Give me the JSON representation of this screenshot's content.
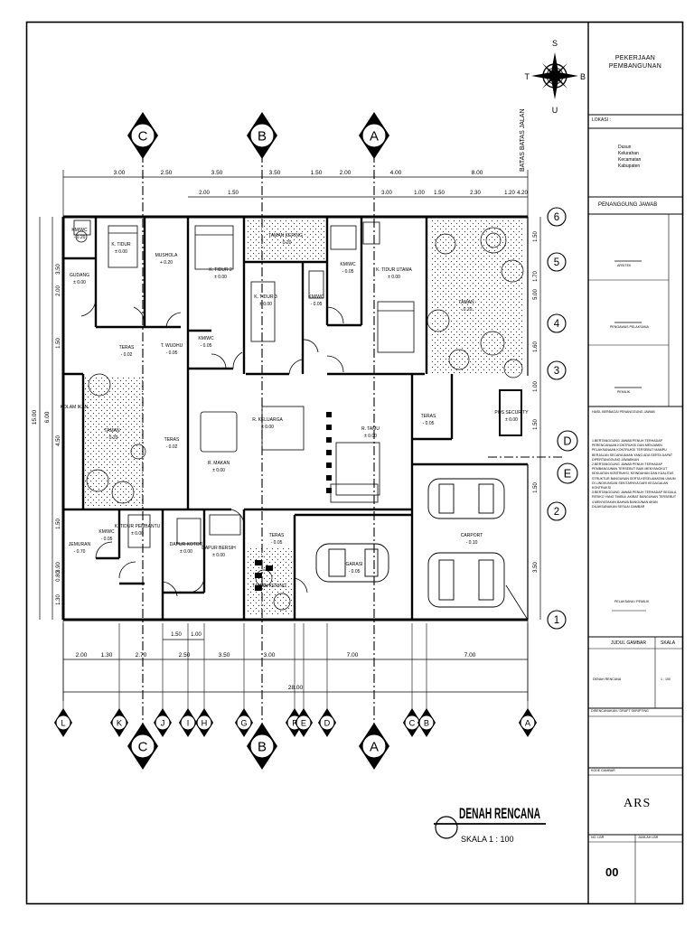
{
  "title_block": {
    "project_line1": "PEKERJAAN",
    "project_line2": "PEMBANGUNAN",
    "location_label": "LOKASI :",
    "location_lines": [
      "Dusun",
      "Kelurahan",
      "Kecamatan",
      "Kabupaten"
    ],
    "responsible_label": "PENANGGUNG JAWAB",
    "roles": [
      "ARSITEK",
      "PENGAWAS PELAKSANA",
      "PEMILIK"
    ],
    "notes_label": "HASIL BERBAGAI PENANGGUNG JAWAB",
    "notes": [
      "1.BERTANGGUNG JAWAB PENUH TERHADAP PERENCANAAN KONTRUKSI DAN MENJAMIN PELAKSANAAN KONTRUKSI TERSEBUT MAMPU BERJALAN SECARA AMAN YANG ADA SERTA DAPAT DIPERTANGGUNG JAWABKAN",
      "2.BERTANGGUNG JAWAB PENUH TERHADAP PEMBANGUNAN TERSEBUT BAIK MENYANGKUT KEKUATAN KONTRUKSI, KEINDAHAN DAN KUALITAS STRUKTUR BANGUNAN SERTA KESELAMATAN UMUM DI LINGKUNGAN SEKITARNYA DARI KEGAGALAN KONTRUKSI",
      "3.BERTANGGUNG JAWAB PENUH TERHADAP SEGALA RESIKO YANG TIMBUL AKIBAT BANGUNAN TERSEBUT",
      "4.MENYATAKAN BAHWA BANGUNAN AKAN DILAKSANAKAN SESUAI GAMBAR"
    ],
    "signature_label": "PELAKSANA / PEMILIK",
    "judul_gambar_label": "JUDUL GAMBAR",
    "skala_label": "SKALA",
    "drawing_name": "DENAH RENCANA",
    "drawing_scale": "1 : 100",
    "drafter_label": "DIRENCANAKAN / DRAFT SKRIPTING",
    "kode_gambar_label": "KODE GAMBAR",
    "discipline_code": "ARS",
    "no_label": "NO. LBR",
    "count_label": "JUMLAH LBR",
    "sheet_number": "00"
  },
  "compass": {
    "north": "U",
    "south": "S",
    "east": "T",
    "west": "B"
  },
  "plan": {
    "title": "DENAH RENCANA",
    "scale": "SKALA 1 : 100",
    "boundary_label": "BATAS BATAS JALAN",
    "section_markers": [
      "C",
      "B",
      "A"
    ],
    "right_grid_markers": [
      "1",
      "2",
      "3",
      "4",
      "5",
      "6",
      "D",
      "E"
    ],
    "bottom_grid_markers": [
      "L",
      "K",
      "J",
      "I",
      "H",
      "G",
      "F",
      "E",
      "D",
      "C",
      "B",
      "A"
    ],
    "top_dims_row1": [
      "3.00",
      "2.50",
      "3.50",
      "3.50",
      "1.50",
      "2.00",
      "4.00",
      "8.00"
    ],
    "top_dims_row2": [
      "2.00",
      "1.50",
      "3.00",
      "1.00",
      "1.50",
      "2.30",
      "1.20",
      "4.20"
    ],
    "bottom_dims_row1": [
      "2.00",
      "1.30",
      "2.70",
      "2.50",
      "3.50",
      "3.00",
      "7.00",
      "7.00"
    ],
    "bottom_dims_row2": [
      "1.50",
      "1.00"
    ],
    "total_width": "28.00",
    "left_dims_outer": [
      "3.50",
      "2.00",
      "1.50",
      "4.50",
      "1.50",
      "3.90",
      "0.80",
      "1.30"
    ],
    "left_total": "15.00",
    "left_total2": "6.00",
    "right_dims": [
      "1.50",
      "1.70",
      "5.00",
      "1.60",
      "1.00",
      "1.50",
      "1.50",
      "3.50"
    ],
    "rooms": [
      {
        "name": "KM/WC",
        "level": "- 0.20"
      },
      {
        "name": "K. TIDUR",
        "level": "± 0.00"
      },
      {
        "name": "MUSHOLA",
        "level": "+ 0.20"
      },
      {
        "name": "K. TIDUR 2",
        "level": "± 0.00"
      },
      {
        "name": "TAMAN KERING",
        "level": "- 0.20"
      },
      {
        "name": "KM/WC",
        "level": "- 0.05"
      },
      {
        "name": "K. TIDUR UTAMA",
        "level": "± 0.00"
      },
      {
        "name": "GUDANG",
        "level": "± 0.00"
      },
      {
        "name": "K. TIDUR 3",
        "level": "± 0.00"
      },
      {
        "name": "KM/WC",
        "level": "- 0.05"
      },
      {
        "name": "TAMAN",
        "level": "- 0.20"
      },
      {
        "name": "TERAS",
        "level": "- 0.02"
      },
      {
        "name": "T. WUDHU",
        "level": "- 0.05"
      },
      {
        "name": "KM/WC",
        "level": "- 0.05"
      },
      {
        "name": "KOLAM IKAN",
        "level": ""
      },
      {
        "name": "TAMAN",
        "level": "- 0.20"
      },
      {
        "name": "TERAS",
        "level": "- 0.02"
      },
      {
        "name": "R. KELUARGA",
        "level": "± 0.00"
      },
      {
        "name": "R. MAKAN",
        "level": "± 0.00"
      },
      {
        "name": "R. TAMU",
        "level": "± 0.00"
      },
      {
        "name": "TERAS",
        "level": "- 0.05"
      },
      {
        "name": "POS SECURITY",
        "level": "± 0.00"
      },
      {
        "name": "JEMURAN",
        "level": "- 0.70"
      },
      {
        "name": "KM/WC",
        "level": "- 0.05"
      },
      {
        "name": "K. TIDUR PEMBANTU",
        "level": "± 0.00"
      },
      {
        "name": "DAPUR KOTOR",
        "level": "± 0.00"
      },
      {
        "name": "DAPUR BERSIH",
        "level": "± 0.00"
      },
      {
        "name": "TERAS",
        "level": "- 0.05"
      },
      {
        "name": "TAMAN KERING",
        "level": ""
      },
      {
        "name": "GARASI",
        "level": "- 0.05"
      },
      {
        "name": "CARPORT",
        "level": "- 0.10"
      }
    ]
  }
}
